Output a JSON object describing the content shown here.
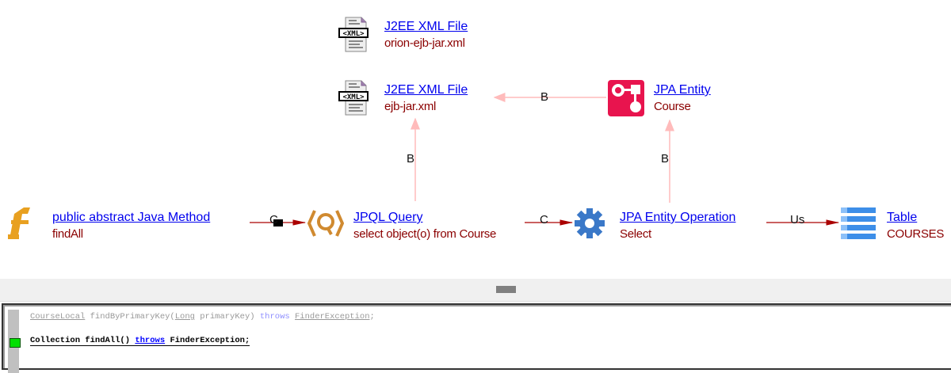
{
  "nodes": {
    "xml1": {
      "title": "J2EE XML File",
      "subtitle": "orion-ejb-jar.xml",
      "icon": "xml-file-icon"
    },
    "xml2": {
      "title": "J2EE XML File",
      "subtitle": "ejb-jar.xml",
      "icon": "xml-file-icon"
    },
    "entity": {
      "title": "JPA Entity",
      "subtitle": "Course",
      "icon": "jpa-entity-icon"
    },
    "method": {
      "title": " public abstract Java Method",
      "subtitle": "findAll",
      "icon": "function-icon"
    },
    "jpql": {
      "title": "JPQL Query",
      "subtitle": "select object(o) from Course",
      "icon": "query-icon"
    },
    "operation": {
      "title": "JPA Entity Operation",
      "subtitle": "Select",
      "icon": "gear-icon"
    },
    "table": {
      "title": "Table",
      "subtitle": "COURSES",
      "icon": "table-icon"
    }
  },
  "edges": {
    "entity_to_xml2": "B",
    "jpql_to_xml2": "B",
    "operation_to_entity": "B",
    "method_to_jpql": "C",
    "jpql_to_operation": "C",
    "operation_to_table": "Us"
  },
  "colors": {
    "edge_primary": "#aa0000",
    "edge_secondary": "#ffbbbb",
    "link": "#0000ee",
    "subtitle": "#8b0000"
  },
  "code": {
    "line1": {
      "type": "CourseLocal",
      "method": " findByPrimaryKey(",
      "param_type": "Long",
      "param": " primaryKey) ",
      "kw": "throws",
      "sp": " ",
      "exc": "FinderException",
      "end": ";"
    },
    "line2": {
      "text": "Collection findAll() ",
      "kw": "throws",
      "sp": " ",
      "exc": "FinderException;"
    }
  }
}
